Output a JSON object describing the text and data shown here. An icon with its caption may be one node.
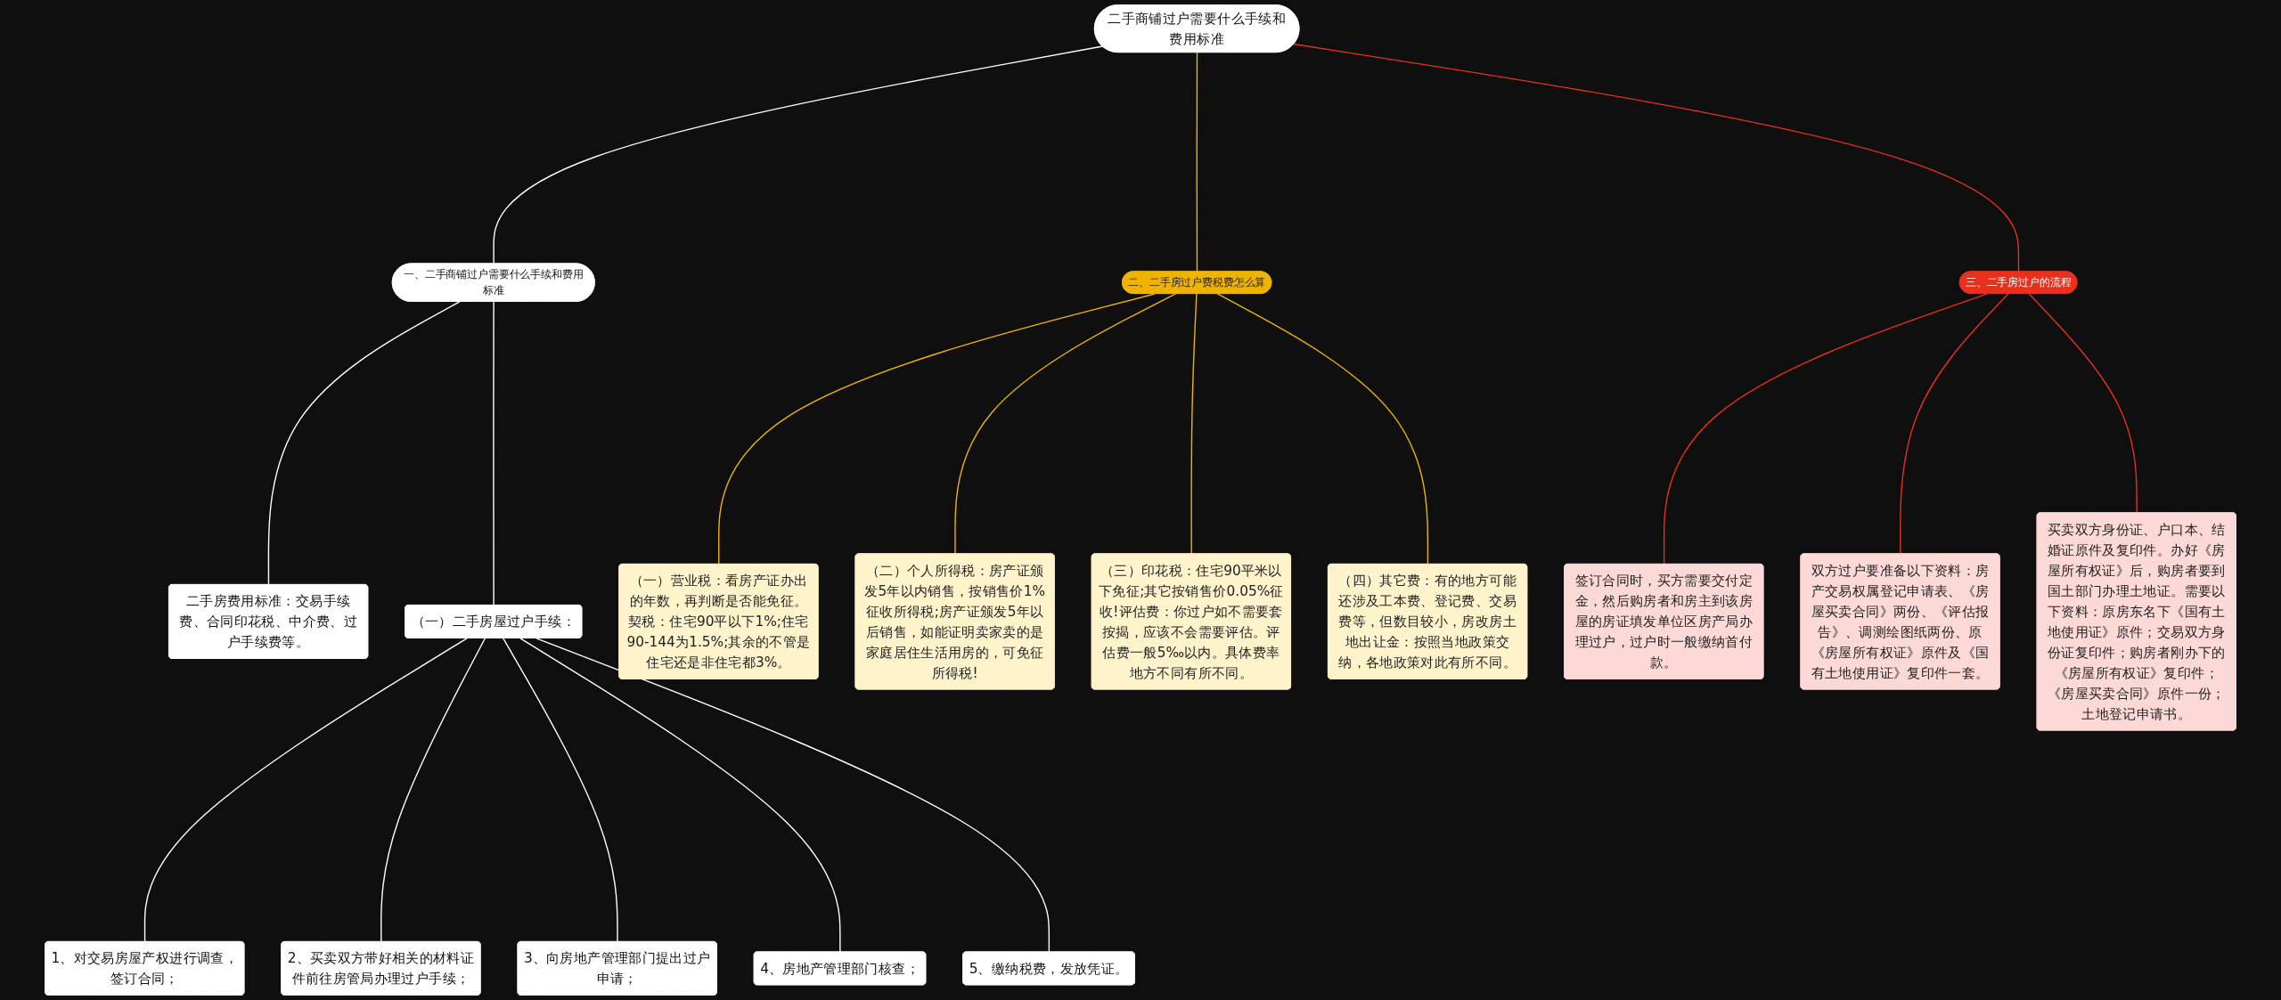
{
  "diagram": {
    "nodes": [
      {
        "text": [
          "二手商铺过户需要什么手续和费用标准"
        ]
      },
      {
        "text": [
          "一、二手商铺过户需要什么手续和费用标准"
        ]
      },
      {
        "text": [
          "二手房费用标准：交易手续费、合同印花税、中介费、过户手续费等。"
        ]
      },
      {
        "text": [
          "（一）二手房屋过户手续："
        ]
      },
      {
        "text": [
          "1、对交易房屋产权进行调查，签订合同；"
        ]
      },
      {
        "text": [
          "2、买卖双方带好相关的材料证件前往房管局办理过户手续；"
        ]
      },
      {
        "text": [
          "3、向房地产管理部门提出过户申请；"
        ]
      },
      {
        "text": [
          "4、房地产管理部门核查；"
        ]
      },
      {
        "text": [
          "5、缴纳税费，发放凭证。"
        ]
      },
      {
        "text": [
          "二、二手房过户费税费怎么算"
        ]
      },
      {
        "text": [
          "（一）营业税：看房产证办出的年数，再判断是否能免征。契税：住宅90平以下1%;住宅90-144为1.5%;其余的不管是住宅还是非住宅都3%。"
        ]
      },
      {
        "text": [
          "（二）个人所得税：房产证颁发5年以内销售，按销售价1%征收所得税;房产证颁发5年以后销售，如能证明卖家卖的是家庭居住生活用房的，可免征所得税!"
        ]
      },
      {
        "text": [
          "（三）印花税：住宅90平米以下免征;其它按销售价0.05%征收!评估费：你过户如不需要套按揭，应该不会需要评估。评估费一般5‰以内。具体费率地方不同有所不同。"
        ]
      },
      {
        "text": [
          "（四）其它费：有的地方可能还涉及工本费、登记费、交易费等，但数目较小，房改房土地出让金：按照当地政策交纳，各地政策对此有所不同。"
        ]
      },
      {
        "text": [
          "三、二手房过户的流程"
        ]
      },
      {
        "text": [
          "签订合同时，买方需要交付定金，然后购房者和房主到该房屋的房证填发单位区房产局办理过户，过户时一般缴纳首付款。"
        ]
      },
      {
        "text": [
          "双方过户要准备以下资料：房产交易权属登记申请表、《房屋买卖合同》两份、《评估报告》、调测绘图纸两份、原《房屋所有权证》原件及《国有土地使用证》复印件一套。"
        ]
      },
      {
        "text": [
          "买卖双方身份证、户口本、结婚证原件及复印件。办好《房屋所有权证》后，购房者要到国土部门办理土地证。需要以下资料：原房东名下《国有土地使用证》原件；交易双方身份证复印件；购房者刚办下的《房屋所有权证》复印件；《房屋买卖合同》原件一份；土地登记申请书。"
        ]
      }
    ],
    "edges": [
      {
        "from": 0,
        "to": 1,
        "arrow": "none"
      },
      {
        "from": 1,
        "to": 2,
        "arrow": "none"
      },
      {
        "from": 1,
        "to": 3,
        "arrow": "none"
      },
      {
        "from": 3,
        "to": 4,
        "arrow": "none"
      },
      {
        "from": 3,
        "to": 5,
        "arrow": "none"
      },
      {
        "from": 3,
        "to": 6,
        "arrow": "none"
      },
      {
        "from": 3,
        "to": 7,
        "arrow": "none"
      },
      {
        "from": 3,
        "to": 8,
        "arrow": "none"
      },
      {
        "from": 0,
        "to": 9,
        "arrow": "none",
        "color": "#f0b400"
      },
      {
        "from": 9,
        "to": 10,
        "arrow": "none",
        "color": "#f0b400"
      },
      {
        "from": 9,
        "to": 11,
        "arrow": "none",
        "color": "#f0b400"
      },
      {
        "from": 9,
        "to": 12,
        "arrow": "none",
        "color": "#f0b400"
      },
      {
        "from": 9,
        "to": 13,
        "arrow": "none",
        "color": "#f0b400"
      },
      {
        "from": 0,
        "to": 14,
        "arrow": "none",
        "color": "#e8301c"
      },
      {
        "from": 14,
        "to": 15,
        "arrow": "none",
        "color": "#e8301c"
      },
      {
        "from": 14,
        "to": 16,
        "arrow": "none",
        "color": "#e8301c"
      },
      {
        "from": 14,
        "to": 17,
        "arrow": "none",
        "color": "#e8301c"
      }
    ]
  }
}
